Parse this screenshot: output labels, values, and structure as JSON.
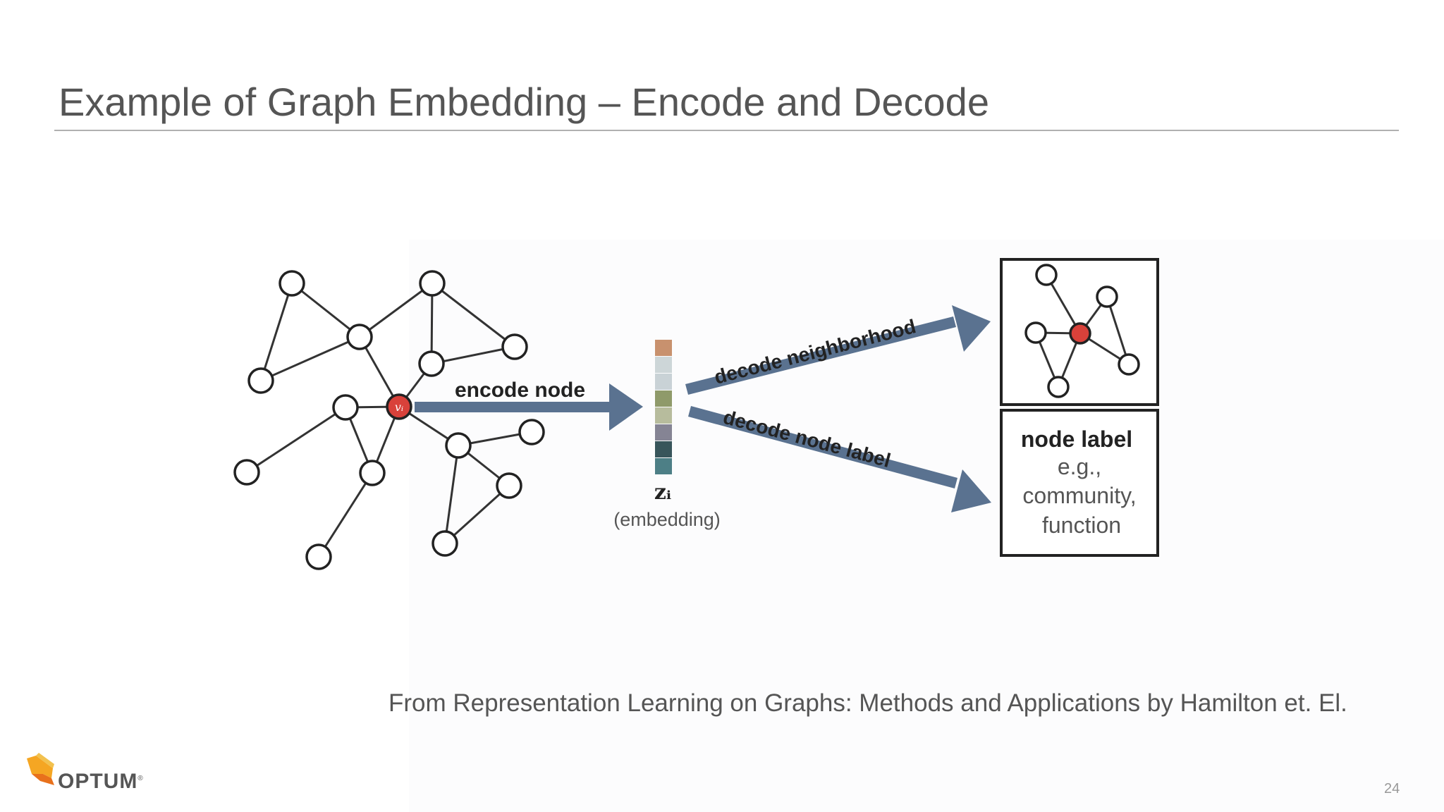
{
  "slide": {
    "title": "Example of Graph Embedding – Encode and Decode",
    "citation": "From Representation Learning on Graphs: Methods and Applications by Hamilton et. El.",
    "page_number": "24"
  },
  "logo": {
    "text": "OPTUM",
    "registered": "®"
  },
  "diagram": {
    "node_label": "vᵢ",
    "encode_label": "encode node",
    "embedding_symbol": "zᵢ",
    "embedding_caption": "(embedding)",
    "decode_neighborhood_label": "decode neighborhood",
    "decode_node_label": "decode node label",
    "label_box": {
      "title": "node label",
      "line1": "e.g.,",
      "line2": "community,",
      "line3": "function"
    },
    "embedding_colors": [
      "#c8916e",
      "#cdd6d8",
      "#c9d2d6",
      "#8f9a6a",
      "#b7bc9d",
      "#858494",
      "#38555b",
      "#4d7f86"
    ],
    "node_highlight_color": "#d9413a",
    "arrow_color": "#5a7290"
  }
}
